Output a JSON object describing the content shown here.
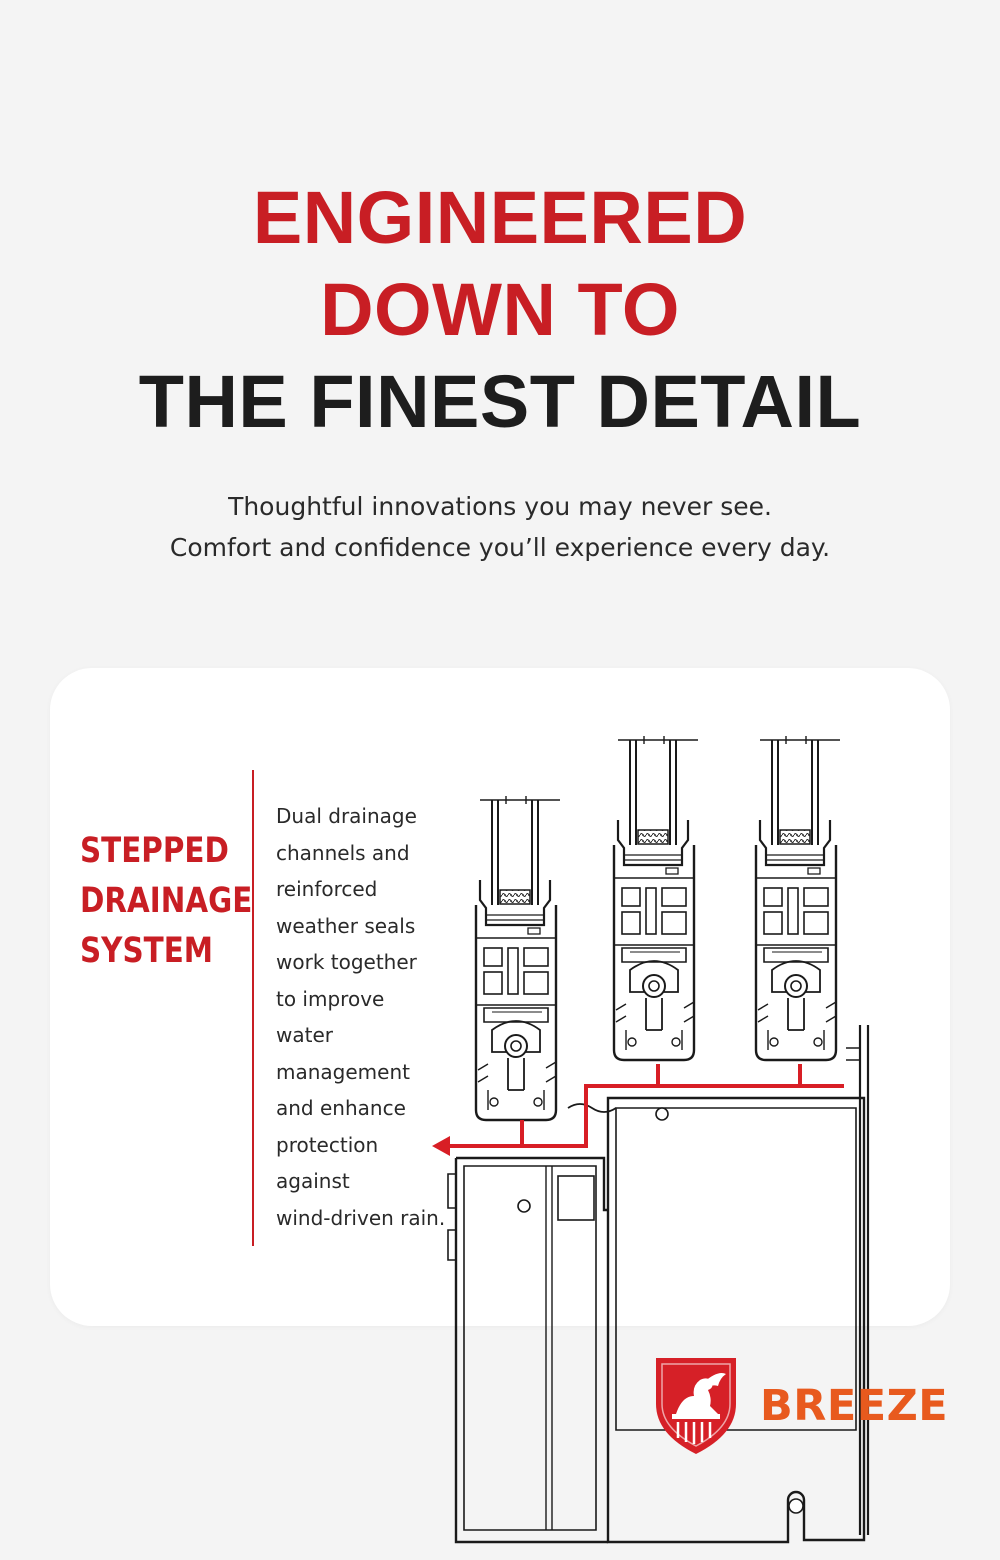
{
  "headline": {
    "line1": "ENGINEERED",
    "line2": "DOWN TO",
    "line3": "THE FINEST DETAIL"
  },
  "subheadline": {
    "line1": "Thoughtful innovations you may never see.",
    "line2": "Comfort and confidence you’ll experience every day."
  },
  "feature": {
    "title_lines": [
      "STEPPED",
      "DRAINAGE",
      "SYSTEM"
    ],
    "description_lines": [
      "Dual drainage",
      "channels and",
      "reinforced",
      "weather seals",
      "work together",
      "to improve",
      "water",
      "management",
      "and enhance",
      "protection",
      "against",
      "wind-driven rain."
    ]
  },
  "brand": {
    "name": "BREEZE",
    "logo_icon": "lion-shield-icon"
  },
  "colors": {
    "accent_red": "#c81e24",
    "brand_orange": "#e85a1e",
    "text_dark": "#1d1d1d",
    "background": "#f4f4f4",
    "card": "#ffffff"
  }
}
